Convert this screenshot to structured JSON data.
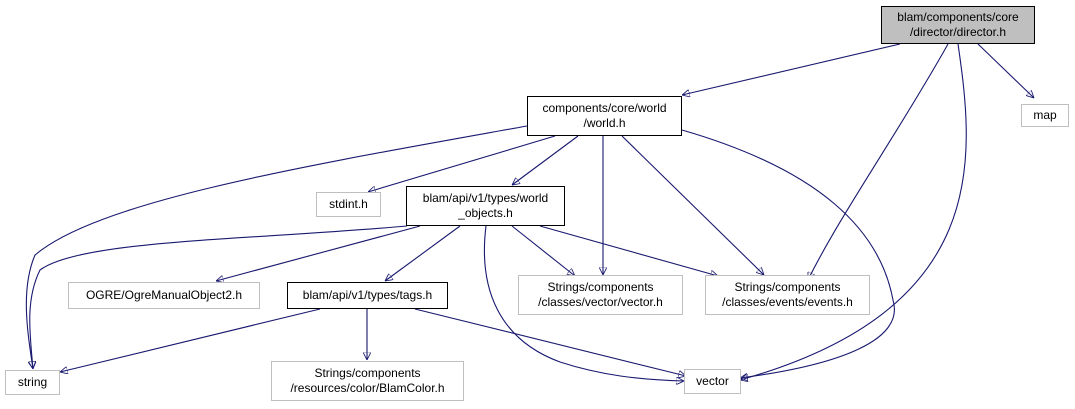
{
  "nodes": {
    "director": {
      "line1": "blam/components/core",
      "line2": "/director/director.h"
    },
    "world": {
      "line1": "components/core/world",
      "line2": "/world.h"
    },
    "map": {
      "line1": "map"
    },
    "stdint": {
      "line1": "stdint.h"
    },
    "world_objects": {
      "line1": "blam/api/v1/types/world",
      "line2": "_objects.h"
    },
    "ogre": {
      "line1": "OGRE/OgreManualObject2.h"
    },
    "tags": {
      "line1": "blam/api/v1/types/tags.h"
    },
    "vector_h": {
      "line1": "Strings/components",
      "line2": "/classes/vector/vector.h"
    },
    "events": {
      "line1": "Strings/components",
      "line2": "/classes/events/events.h"
    },
    "string": {
      "line1": "string"
    },
    "blamcolor": {
      "line1": "Strings/components",
      "line2": "/resources/color/BlamColor.h"
    },
    "vector": {
      "line1": "vector"
    }
  },
  "colors": {
    "edge": "#191970",
    "main_fill": "#bfbfbf",
    "doc_border": "#000000",
    "ext_border": "#bfbfbf"
  }
}
